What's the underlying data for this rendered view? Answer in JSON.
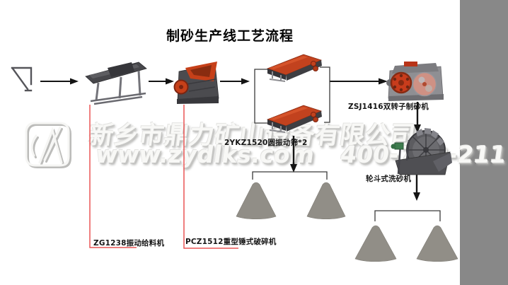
{
  "title": "制砂生产线工艺流程",
  "watermark": {
    "company": "新乡市鼎力矿山设备有限公司",
    "website": "www.zydlks.com",
    "phone": "400-700-211"
  },
  "machines": {
    "feeder_label": "ZG1238振动给料机",
    "crusher_label": "PCZ1512重型锤式破碎机",
    "screen_label": "2YKZ1520圆振动筛*2",
    "sand_maker_label": "ZSJ1416双转子制砂机",
    "washer_label": "轮斗式洗砂机"
  },
  "colors": {
    "background": "#ffffff",
    "arrow_black": "#141414",
    "leader_red": "#ea5555",
    "machine_dark_gray": "#4a4a4e",
    "machine_orange_red": "#c8401c",
    "sand_maker_gray": "#8f8f93",
    "sand_pile_gray": "#918e87",
    "watermark_shadow_gray": "#c6c6c4"
  },
  "icons": [
    "stone-icon",
    "vibrating-feeder-icon",
    "hammer-crusher-icon",
    "vibrating-screen-icon",
    "sand-maker-icon",
    "sand-washer-icon",
    "sand-pile-icon",
    "flow-arrow-icon",
    "company-logo-icon"
  ]
}
